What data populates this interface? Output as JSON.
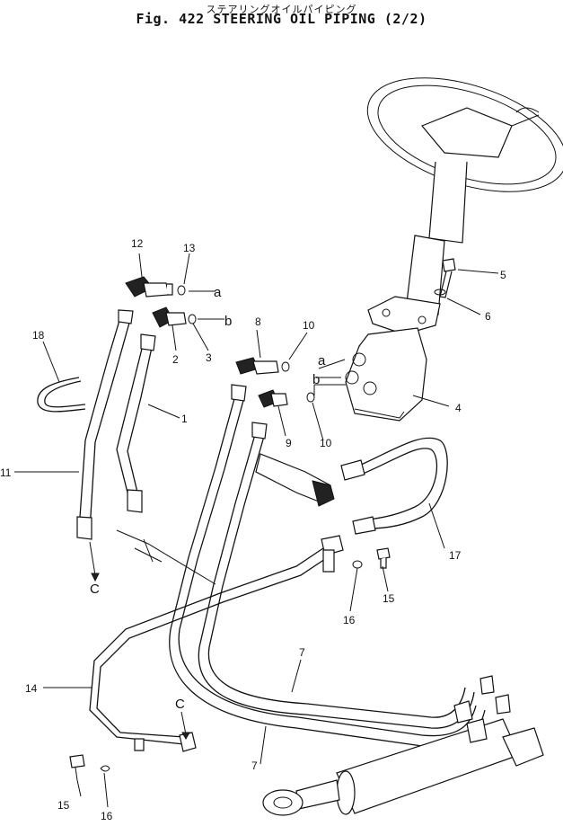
{
  "title": {
    "japanese": "ステアリングオイルパイピング",
    "main": "Fig. 422  STEERING OIL PIPING (2/2)"
  },
  "callouts": {
    "c1": "1",
    "c2": "2",
    "c3": "3",
    "c4": "4",
    "c5": "5",
    "c6": "6",
    "c7a": "7",
    "c7b": "7",
    "c8": "8",
    "c9": "9",
    "c10a": "10",
    "c10b": "10",
    "c11": "11",
    "c12": "12",
    "c13": "13",
    "c14": "14",
    "c15a": "15",
    "c15b": "15",
    "c16a": "16",
    "c16b": "16",
    "c17": "17",
    "c18": "18",
    "a1": "a",
    "a2": "a",
    "b1": "b",
    "b2": "b",
    "cc1": "C",
    "cc2": "C"
  }
}
